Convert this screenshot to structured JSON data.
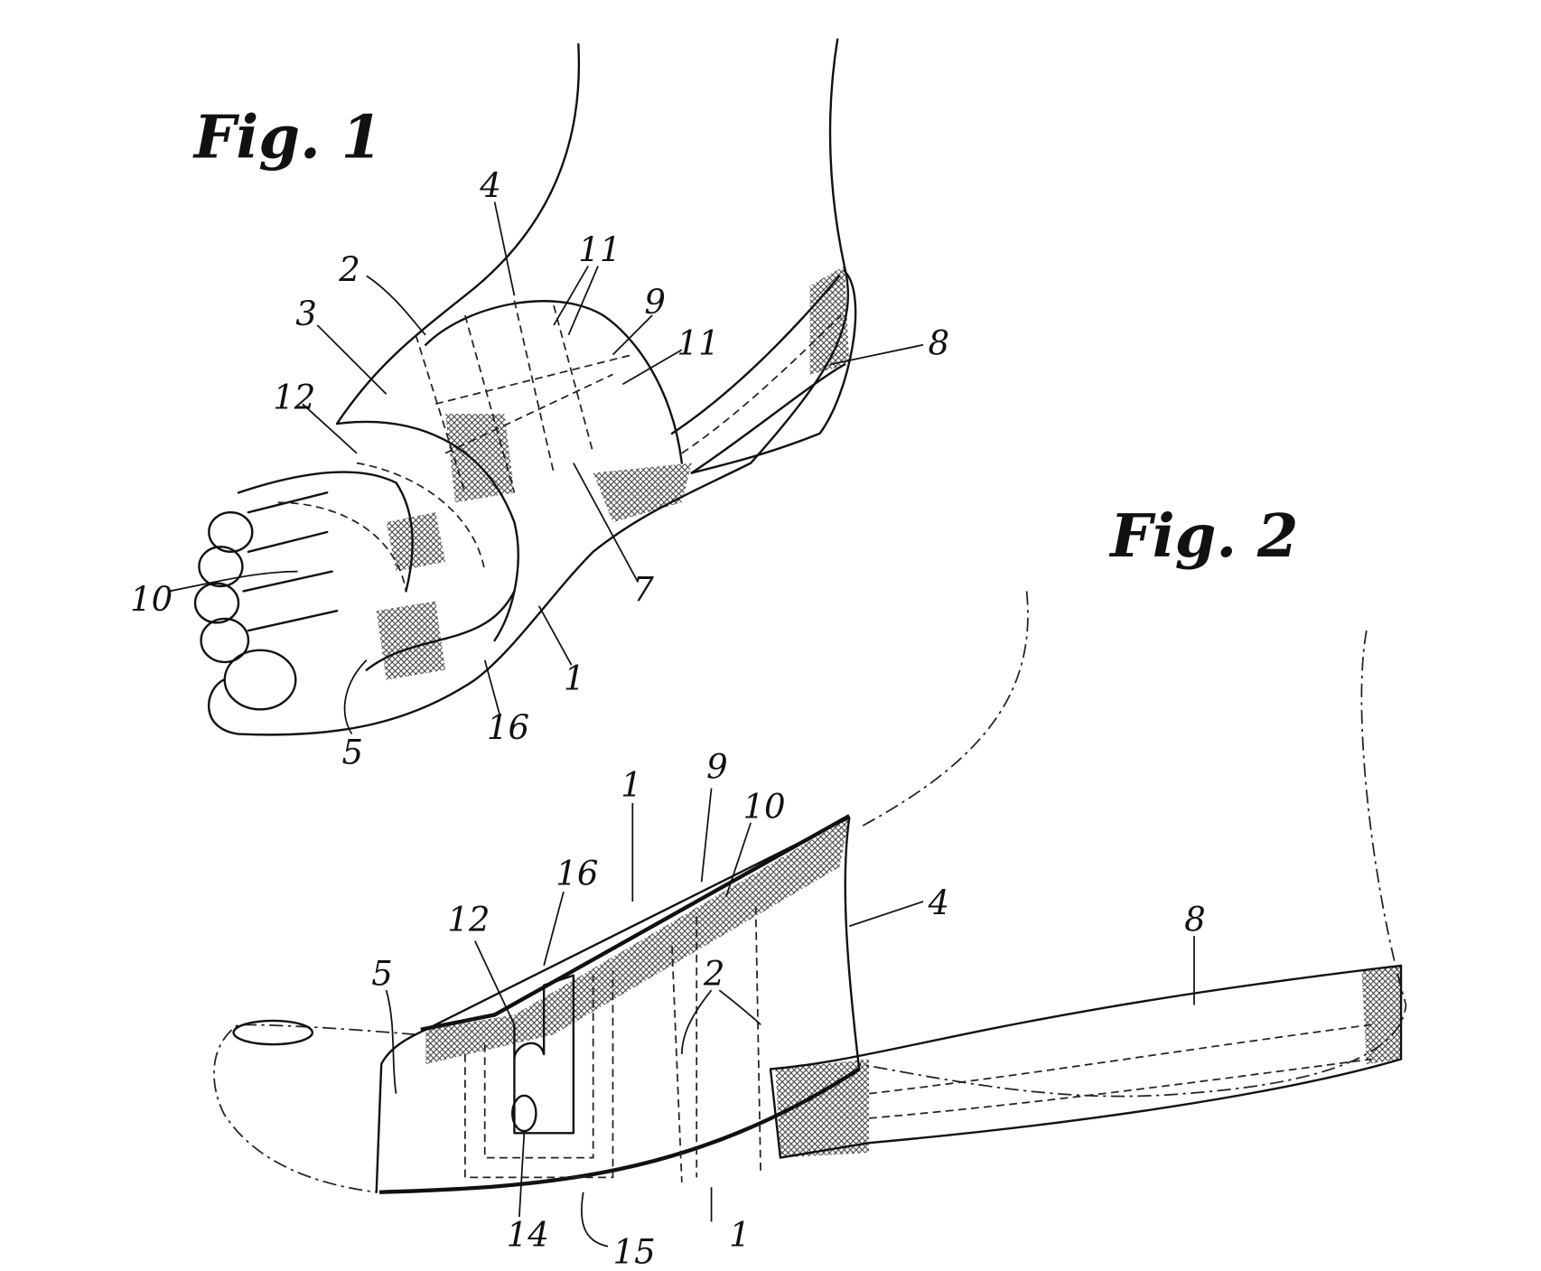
{
  "figure1": {
    "title": "Fig. 1",
    "labels": {
      "l4": "4",
      "l2": "2",
      "l11a": "11",
      "l3": "3",
      "l9": "9",
      "l11b": "11",
      "l12": "12",
      "l8": "8",
      "l10": "10",
      "l7": "7",
      "l1": "1",
      "l16": "16",
      "l5": "5"
    }
  },
  "figure2": {
    "title": "Fig. 2",
    "labels": {
      "l1a": "1",
      "l9": "9",
      "l10": "10",
      "l4": "4",
      "l16": "16",
      "l12": "12",
      "l2": "2",
      "l8": "8",
      "l5": "5",
      "l14": "14",
      "l15": "15",
      "l1b": "1"
    }
  }
}
